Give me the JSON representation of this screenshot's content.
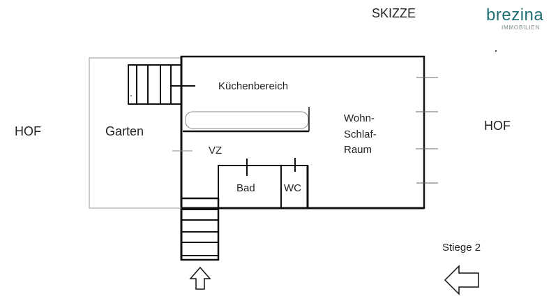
{
  "title": "SKIZZE",
  "logo": {
    "name": "brezina",
    "subtitle": "IMMOBILIEN",
    "primary_color": "#1f6f72",
    "accent_color": "#e8b43a"
  },
  "labels": {
    "hof_left": "HOF",
    "hof_right": "HOF",
    "garten": "Garten",
    "kuechenbereich": "Küchenbereich",
    "wohn": "Wohn-",
    "schlaf": "Schlaf-",
    "raum": "Raum",
    "vz": "VZ",
    "bad": "Bad",
    "wc": "WC",
    "stiege2": "Stiege 2"
  },
  "icons": {
    "entrance_arrow": "arrow-up-outline-icon",
    "stiege_arrow": "arrow-left-outline-icon"
  }
}
